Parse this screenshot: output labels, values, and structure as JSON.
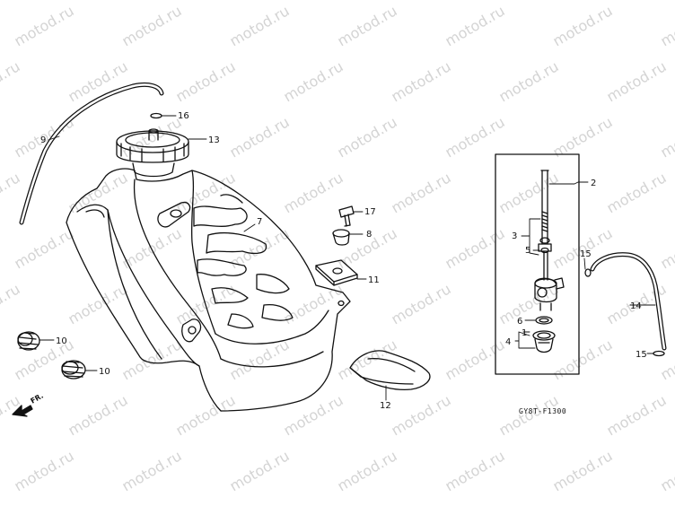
{
  "colors": {
    "line": "#111111",
    "watermark": "#d4d4d4",
    "background": "#ffffff"
  },
  "watermark_text": "motod.ru",
  "front_arrow_label": "FR.",
  "diagram_code": "GY8T-F1300",
  "callouts": {
    "c16": "16",
    "c13": "13",
    "c9": "9",
    "c7": "7",
    "c17": "17",
    "c8": "8",
    "c11": "11",
    "c10a": "10",
    "c10b": "10",
    "c12": "12",
    "c2": "2",
    "c3": "3",
    "c5": "5",
    "c15a": "15",
    "c14": "14",
    "c6": "6",
    "c1": "1",
    "c4": "4",
    "c15b": "15"
  }
}
